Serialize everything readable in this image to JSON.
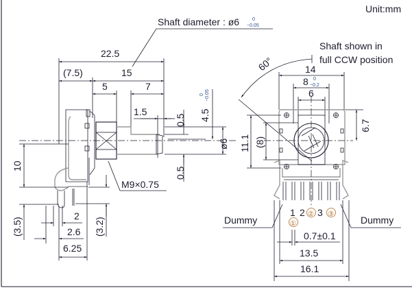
{
  "unit_label": "Unit:mm",
  "shaft_diameter": {
    "label": "Shaft diameter : ø6",
    "tol_upper": "0",
    "tol_lower": "−0.05"
  },
  "side_view": {
    "dim_22_5": "22.5",
    "dim_7_5": "(7.5)",
    "dim_15": "15",
    "dim_5": "5",
    "dim_7": "7",
    "dim_1_5": "1.5",
    "dim_0_5_top": "0.5",
    "dim_0_5_bottom": "0.5",
    "dim_4_5": "4.5",
    "dim_4_5_tol_upper": "0",
    "dim_4_5_tol_lower": "−0.05",
    "dim_dia6": "ø6",
    "thread": "M9×0.75",
    "dim_10": "10",
    "dim_3_5": "(3.5)",
    "dim_3_2": "(3.2)",
    "dim_2": "2",
    "dim_2_6": "2.6",
    "dim_6_25": "6.25"
  },
  "front_view": {
    "note_line1": "Shaft shown in",
    "note_line2": "full CCW position",
    "angle": "60°",
    "dim_14": "14",
    "dim_8": "8",
    "dim_8_tol_upper": "0",
    "dim_8_tol_lower": "−0.2",
    "dim_6": "6",
    "dim_11_1": "11.1",
    "dim_8_ref": "(8)",
    "dim_6_7": "6.7",
    "pins": [
      "1",
      "2",
      "②",
      "3",
      "③"
    ],
    "pin_1_circled": "①",
    "dummy_left": "Dummy",
    "dummy_right": "Dummy",
    "dim_pitch": "0.7±0.1",
    "dim_13_5": "13.5",
    "dim_16_1": "16.1"
  }
}
